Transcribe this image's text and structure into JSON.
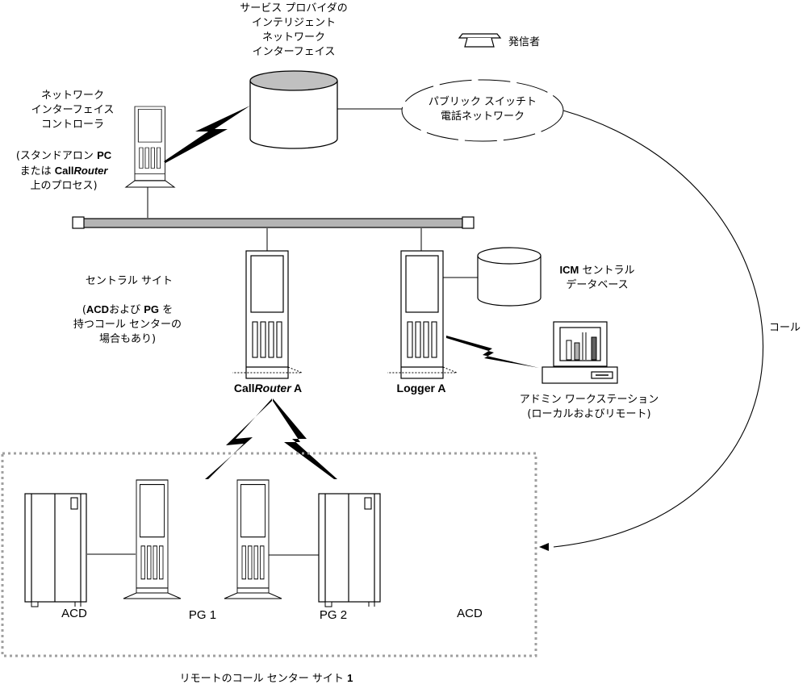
{
  "diagram": {
    "title": "ICM network architecture",
    "nodes": {
      "service_provider_inif": {
        "label_lines": [
          "サービス プロバイダの",
          "インテリジェント",
          "ネットワーク",
          "インターフェイス"
        ]
      },
      "caller": {
        "label": "発信者"
      },
      "pstn": {
        "label_lines": [
          "パブリック スイッチト",
          "電話ネットワーク"
        ]
      },
      "nic": {
        "label_lines": [
          "ネットワーク",
          "インターフェイス",
          "コントローラ"
        ],
        "note_open": "(スタンドアロン ",
        "note_pc": "PC",
        "note_or": "または ",
        "note_call": "Call",
        "note_router": "Router",
        "note_tail": "上のプロセス)"
      },
      "central_site": {
        "label": "セントラル サイト",
        "note_open": "(",
        "note_acd": "ACD",
        "note_and": "および ",
        "note_pg": "PG",
        "note_wo": " を",
        "note_line2": "持つコール センターの",
        "note_line3": "場合もあり)"
      },
      "callrouter": {
        "label_call": "Call",
        "label_router": "Router",
        "label_a": " A"
      },
      "logger": {
        "label": "Logger A"
      },
      "icm_db": {
        "label_bold": "ICM",
        "label_rest": " セントラル",
        "label_line2": "データベース"
      },
      "admin_ws": {
        "label_lines": [
          "アドミン ワークステーション",
          "(ローカルおよびリモート)"
        ]
      },
      "call_arc": {
        "label": "コール"
      },
      "remote_site": {
        "label": "リモートのコール センター サイト ",
        "label_num": "1",
        "devices": [
          "ACD",
          "PG 1",
          "PG 2",
          "ACD"
        ]
      }
    },
    "colors": {
      "line": "#000000",
      "bus_fill": "#b4b4b4",
      "cylinder_top": "#c0c0c0",
      "dashed_border": "#a0a0a0",
      "bar_gray": "#b0b0b0",
      "bar_dark": "#606060"
    }
  }
}
